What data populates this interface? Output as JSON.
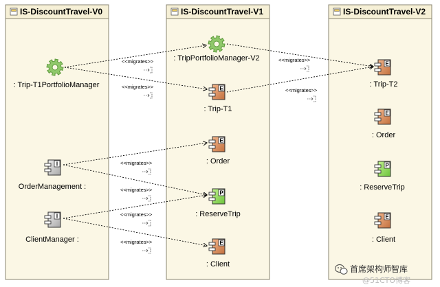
{
  "colors": {
    "lane_fill": "#fbf7e5",
    "lane_border": "#8a8570",
    "component_E": "#d98d5f",
    "component_P": "#8ed85a",
    "interface_I": "#c8c8c8",
    "gear": "#8fc86a"
  },
  "lanes": [
    {
      "title": "IS-DiscountTravel-V0"
    },
    {
      "title": "IS-DiscountTravel-V1"
    },
    {
      "title": "IS-DiscountTravel-V2"
    }
  ],
  "nodes": [
    {
      "id": "v0_mgr",
      "label": ": Trip-T1PortfolioManager",
      "kind": "gear"
    },
    {
      "id": "v0_om",
      "label": "OrderManagement :",
      "kind": "component",
      "stereotype": "I"
    },
    {
      "id": "v0_cm",
      "label": "ClientManager :",
      "kind": "component",
      "stereotype": "I"
    },
    {
      "id": "v1_mgr",
      "label": ": TripPortfolioManager-V2",
      "kind": "gear"
    },
    {
      "id": "v1_trip",
      "label": ": Trip-T1",
      "kind": "component",
      "stereotype": "E"
    },
    {
      "id": "v1_order",
      "label": ": Order",
      "kind": "component",
      "stereotype": "E"
    },
    {
      "id": "v1_reserve",
      "label": ": ReserveTrip",
      "kind": "component",
      "stereotype": "P"
    },
    {
      "id": "v1_client",
      "label": ": Client",
      "kind": "component",
      "stereotype": "E"
    },
    {
      "id": "v2_trip",
      "label": ": Trip-T2",
      "kind": "component",
      "stereotype": "E"
    },
    {
      "id": "v2_order",
      "label": ": Order",
      "kind": "component",
      "stereotype": "E"
    },
    {
      "id": "v2_reserve",
      "label": ": ReserveTrip",
      "kind": "component",
      "stereotype": "P"
    },
    {
      "id": "v2_client",
      "label": ": Client",
      "kind": "component",
      "stereotype": "E"
    }
  ],
  "relations": [
    {
      "from": "v0_mgr",
      "to": "v1_mgr",
      "label": "<<migrates>>"
    },
    {
      "from": "v0_mgr",
      "to": "v1_trip",
      "label": "<<migrates>>"
    },
    {
      "from": "v1_mgr",
      "to": "v2_trip",
      "label": "<<migrates>>"
    },
    {
      "from": "v1_trip",
      "to": "v2_trip",
      "label": "<<migrates>>"
    },
    {
      "from": "v0_om",
      "to": "v1_order",
      "label": "<<migrates>>"
    },
    {
      "from": "v0_om",
      "to": "v1_reserve",
      "label": "<<migrates>>"
    },
    {
      "from": "v0_cm",
      "to": "v1_reserve",
      "label": "<<migrates>>"
    },
    {
      "from": "v0_cm",
      "to": "v1_client",
      "label": "<<migrates>>"
    }
  ],
  "watermark": {
    "text": "首席架构师智库",
    "sub": "@51CTO博客"
  }
}
